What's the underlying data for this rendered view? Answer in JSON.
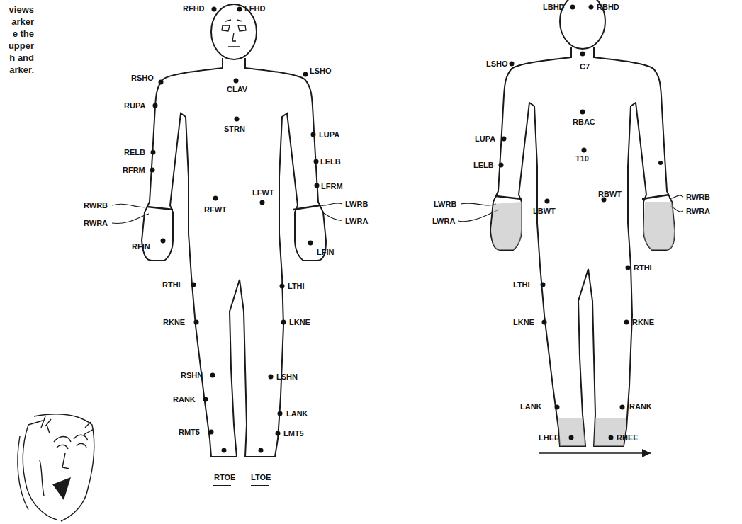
{
  "diagram": {
    "labels": [
      "views",
      "arker",
      "e the",
      "upper",
      "h and",
      "arker.",
      "RFHD",
      "LFHD",
      "RSHO",
      "LSHO",
      "CLAV",
      "RUPA",
      "STRN",
      "LUPA",
      "RELB",
      "LELB",
      "RFRM",
      "LFRM",
      "LFWT",
      "RWRB",
      "RFWT",
      "LWRB",
      "RWRA",
      "LWRA",
      "RFIN",
      "LFIN",
      "RTHI",
      "LTHI",
      "RKNE",
      "LKNE",
      "RSHN",
      "LSHN",
      "RANK",
      "LANK",
      "RMT5",
      "LMT5",
      "RTOE",
      "LTOE",
      "LBHD",
      "RBHD",
      "LSHO",
      "C7",
      "RBAC",
      "LUPA",
      "T10",
      "LELB",
      "RWRB",
      "RWRA",
      "LWRB",
      "LBWT",
      "RBWT",
      "LWRA",
      "RTHI",
      "LTHI",
      "LKNE",
      "RKNE",
      "LANK",
      "RANK",
      "LHEE",
      "RHEE"
    ]
  }
}
